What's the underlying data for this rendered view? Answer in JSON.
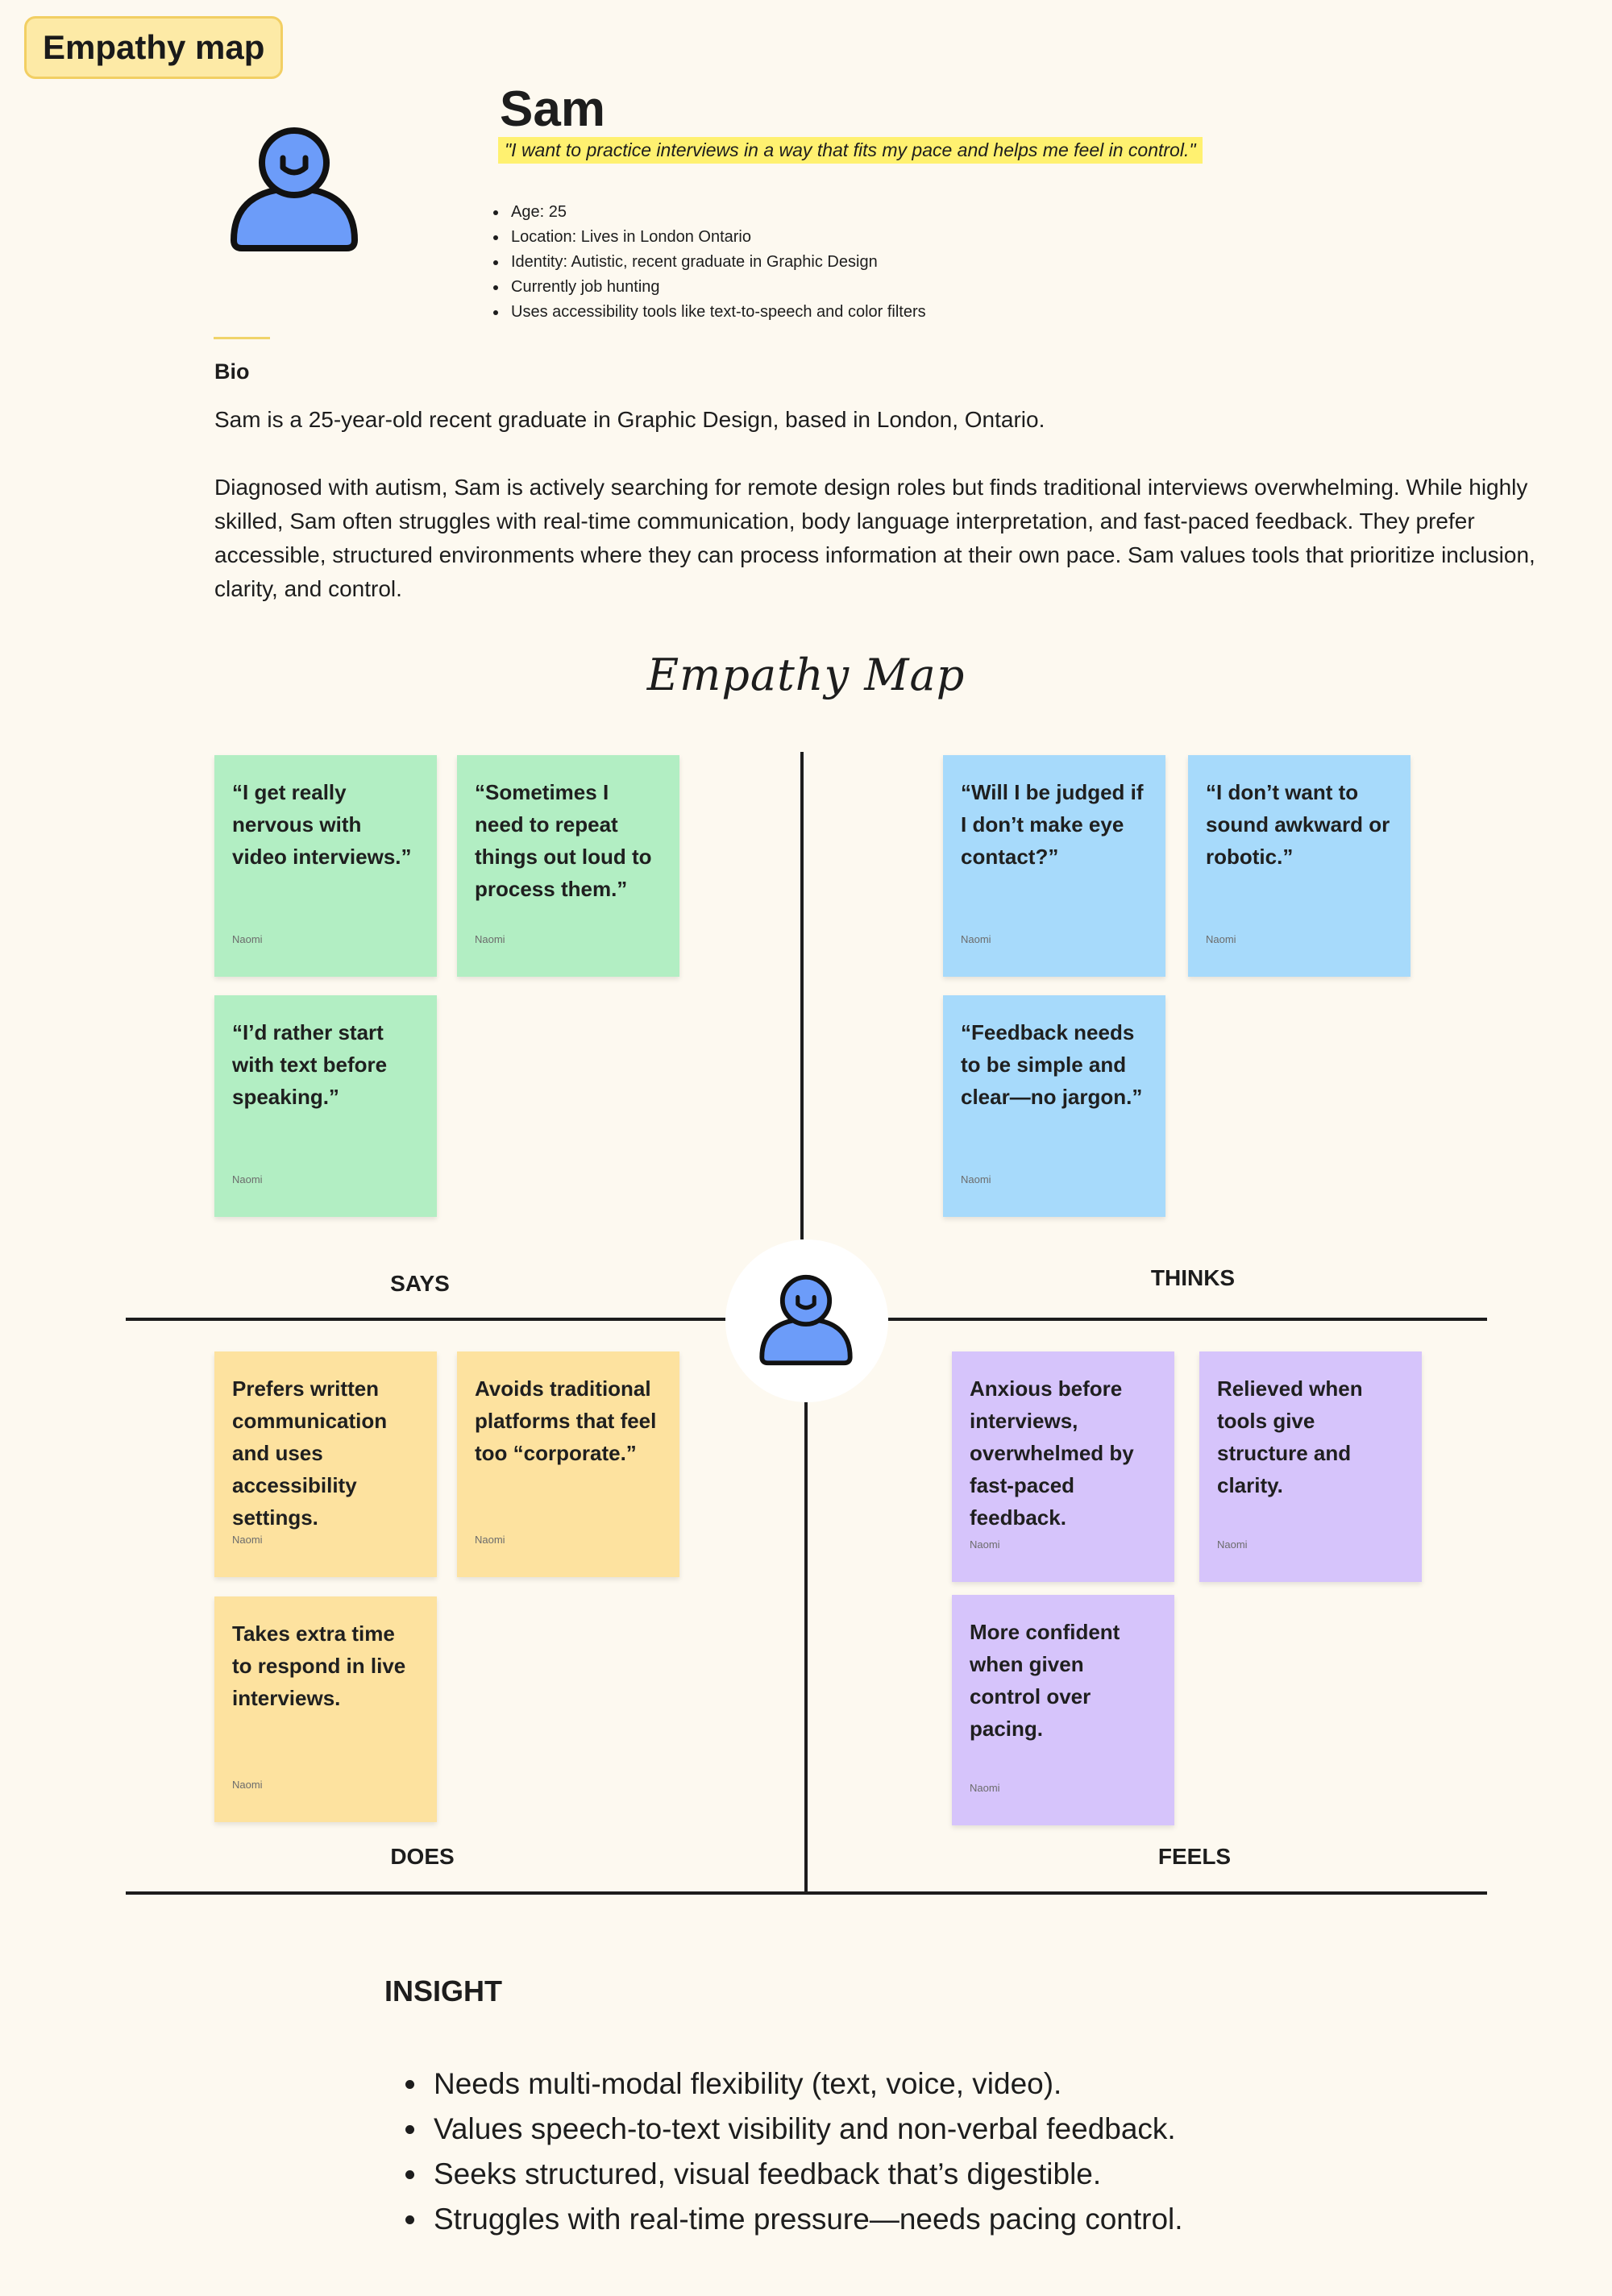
{
  "frame": {
    "label": "Empathy map"
  },
  "persona": {
    "avatar_icon": "person-icon",
    "name": "Sam",
    "quote": "\"I want to practice interviews in a way that fits my pace and helps me feel in control.\"",
    "facts": [
      "Age: 25",
      "Location: Lives in London Ontario",
      "Identity: Autistic, recent graduate in Graphic Design",
      "Currently job hunting",
      "Uses accessibility tools like text-to-speech and color filters"
    ]
  },
  "bio": {
    "heading": "Bio",
    "paragraphs": [
      "Sam is a 25-year-old recent graduate in Graphic Design, based in London, Ontario.",
      "Diagnosed with autism, Sam is actively searching for remote design roles but finds traditional interviews overwhelming. While highly skilled, Sam often struggles with real-time communication, body language interpretation, and fast-paced feedback. They prefer accessible, structured environments where they can process information at their own pace. Sam values tools that prioritize inclusion, clarity, and control."
    ]
  },
  "empathy_map": {
    "title": "Empathy Map",
    "center_icon": "person-icon",
    "colors": {
      "says": "#b2eec3",
      "thinks": "#a7dafb",
      "does": "#fde29f",
      "feels": "#d6c4fb"
    },
    "says": {
      "label": "SAYS",
      "notes": [
        {
          "text": "“I get really nervous with video interviews.”",
          "author": "Naomi"
        },
        {
          "text": "“Sometimes I need to repeat things out loud to process them.”",
          "author": "Naomi"
        },
        {
          "text": "“I’d rather start with text before speaking.”",
          "author": "Naomi"
        }
      ]
    },
    "thinks": {
      "label": "THINKS",
      "notes": [
        {
          "text": "“Will I be judged if I don’t make eye contact?”",
          "author": "Naomi"
        },
        {
          "text": "“I don’t want to sound awkward or robotic.”",
          "author": "Naomi"
        },
        {
          "text": "“Feedback needs to be simple and clear—no jargon.”",
          "author": "Naomi"
        }
      ]
    },
    "does": {
      "label": "DOES",
      "notes": [
        {
          "text": "Prefers written communication and uses accessibility settings.",
          "author": "Naomi"
        },
        {
          "text": "Avoids traditional platforms that feel too “corporate.”",
          "author": "Naomi"
        },
        {
          "text": "Takes extra time to respond in live interviews.",
          "author": "Naomi"
        }
      ]
    },
    "feels": {
      "label": "FEELS",
      "notes": [
        {
          "text": "Anxious before interviews, overwhelmed by fast-paced feedback.",
          "author": "Naomi"
        },
        {
          "text": "Relieved when tools give structure and clarity.",
          "author": "Naomi"
        },
        {
          "text": "More confident when given control over pacing.",
          "author": "Naomi"
        }
      ]
    }
  },
  "insight": {
    "heading": "INSIGHT",
    "items": [
      "Needs multi-modal flexibility (text, voice, video).",
      "Values speech-to-text visibility and non-verbal feedback.",
      "Seeks structured, visual feedback that’s digestible.",
      "Struggles with real-time pressure—needs pacing control."
    ]
  }
}
